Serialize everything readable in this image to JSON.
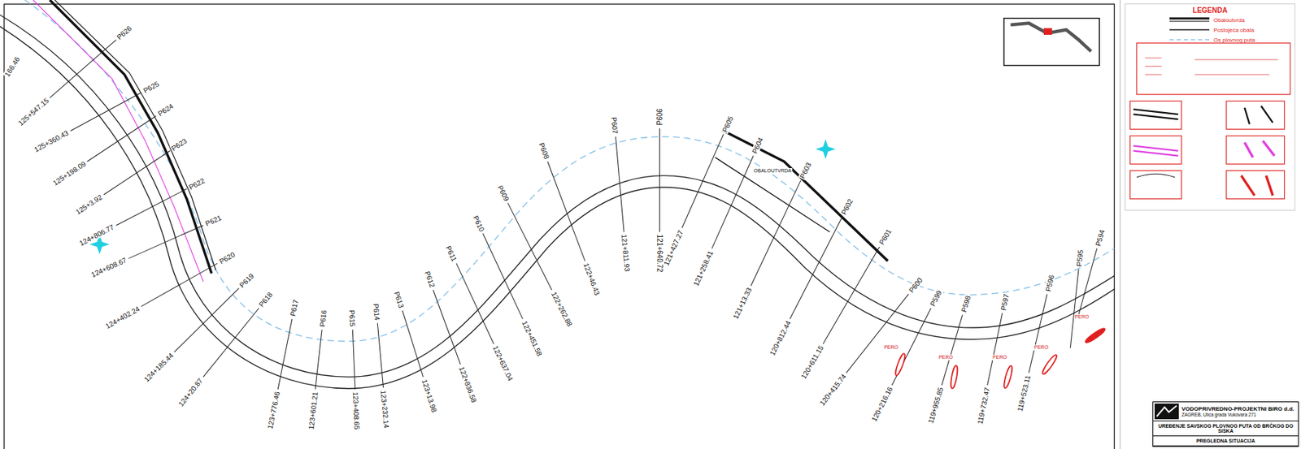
{
  "diagram": {
    "nodes": [
      {
        "text": [
          "LEGENDA"
        ]
      },
      {
        "text": [
          "VODOPRIVREDNO-PROJEKTNI BIRO d.d.",
          "ZAGREB, Ulica grada Vukovara 271",
          "UREĐENJE SAVSKOG PLOVNOG PUTA OD BRČKOG DO SISKA",
          "PREGLEDNA SITUACIJA"
        ]
      }
    ],
    "labels": [
      "166.46",
      "P626",
      "125+547.15",
      "P625",
      "125+360.43",
      "P624",
      "125+198.09",
      "P623",
      "125+3.92",
      "P622",
      "124+806.77",
      "P621",
      "124+608.67",
      "P620",
      "124+402.24",
      "P619",
      "124+185.44",
      "P618",
      "124+20.87",
      "P617",
      "123+776.46",
      "P616",
      "123+601.21",
      "P615",
      "123+408.65",
      "P614",
      "123+232.14",
      "P613",
      "123+13.98",
      "P612",
      "122+836.58",
      "P611",
      "122+637.04",
      "P610",
      "122+451.58",
      "P609",
      "122+262.88",
      "P608",
      "122+46.43",
      "P607",
      "121+811.93",
      "P606",
      "121+640.72",
      "P605",
      "121+427.27",
      "P604",
      "121+258.41",
      "P603",
      "121+13.33",
      "P602",
      "120+812.44",
      "P601",
      "120+611.15",
      "P600",
      "120+415.74",
      "P599",
      "120+216.16",
      "P598",
      "119+955.85",
      "P597",
      "119+732.47",
      "P596",
      "119+523.11",
      "P595",
      "P594",
      "OBALOUTVRDA",
      "PERO",
      "PERO",
      "PERO",
      "PERO",
      "PERO"
    ],
    "legend": [
      {
        "text": "Obaloutvrda"
      },
      {
        "text": "Postojeća obala"
      },
      {
        "text": "Os plovnog puta"
      }
    ]
  }
}
